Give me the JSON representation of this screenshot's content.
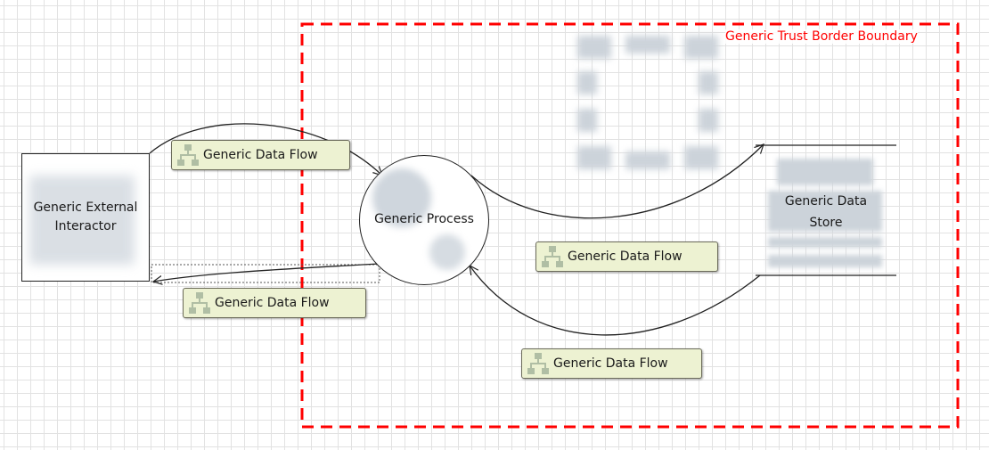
{
  "diagram": {
    "trust_boundary": {
      "label": "Generic Trust Border Boundary",
      "color": "#ff0000"
    },
    "external_interactor": {
      "label_line1": "Generic External",
      "label_line2": "Interactor"
    },
    "process": {
      "label": "Generic Process"
    },
    "data_store": {
      "label_line1": "Generic Data",
      "label_line2": "Store"
    },
    "data_flows": [
      {
        "label": "Generic Data Flow"
      },
      {
        "label": "Generic Data Flow"
      },
      {
        "label": "Generic Data Flow"
      },
      {
        "label": "Generic Data Flow"
      }
    ],
    "colors": {
      "flow_label_bg": "#edf2d2",
      "icon_ghost": "#ccd3da",
      "grid": "#e2e2e2"
    },
    "icons": [
      "external-interactor-icon",
      "process-gears-icon",
      "data-store-icon",
      "annotation-frame-icon",
      "data-flow-icon"
    ]
  }
}
